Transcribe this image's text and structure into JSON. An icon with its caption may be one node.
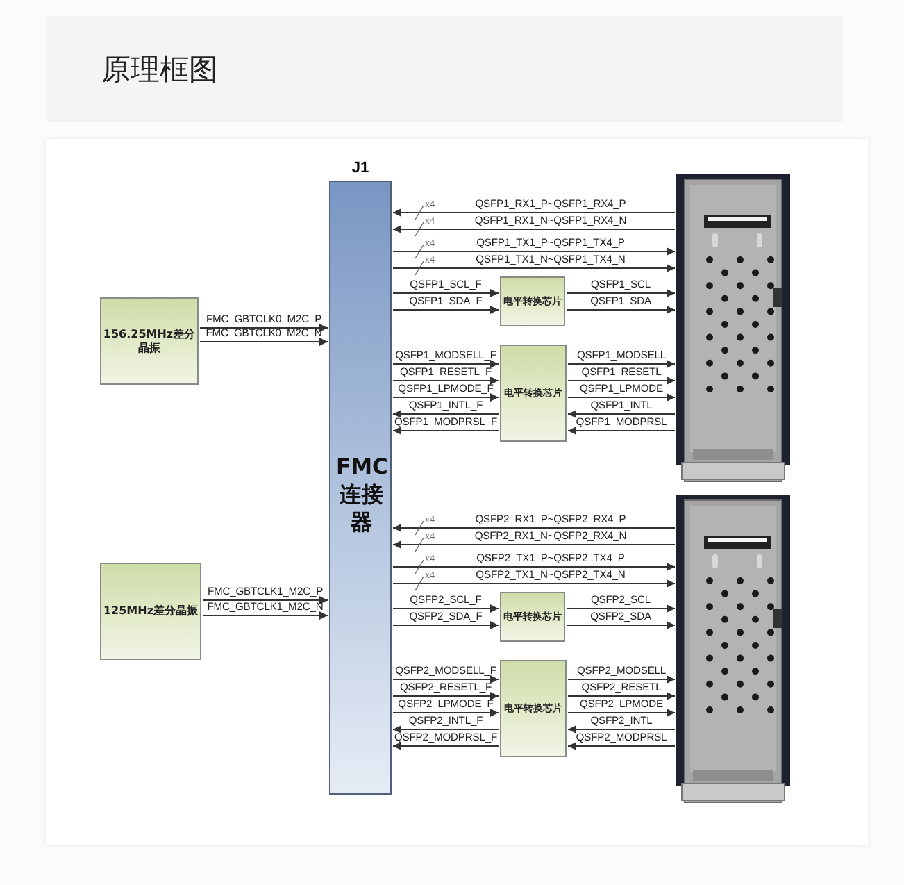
{
  "diagram": {
    "title": "原理框图",
    "nodes": [
      {
        "text": [
          "J1",
          "FMC连接器"
        ]
      },
      {
        "text": [
          "156.25MHz差分晶振"
        ]
      },
      {
        "text": [
          "125MHz差分晶振"
        ]
      },
      {
        "text": [],
        "shape": "picture"
      },
      {
        "text": [
          "电平转换芯片"
        ]
      },
      {
        "text": [
          "电平转换芯片"
        ]
      },
      {
        "text": [],
        "shape": "picture"
      },
      {
        "text": [
          "电平转换芯片"
        ]
      },
      {
        "text": [
          "电平转换芯片"
        ]
      }
    ],
    "edges": [
      {
        "from": 1,
        "to": 0,
        "arrow": "to",
        "label": "FMC_GBTCLK0_M2C_P"
      },
      {
        "from": 1,
        "to": 0,
        "arrow": "to",
        "label": "FMC_GBTCLK0_M2C_N"
      },
      {
        "from": 3,
        "to": 0,
        "arrow": "to",
        "label": "QSFP1_RX1_P~QSFP1_RX4_P"
      },
      {
        "from": 3,
        "to": 0,
        "arrow": "to",
        "label": "QSFP1_RX1_N~QSFP1_RX4_N"
      },
      {
        "from": 0,
        "to": 3,
        "arrow": "to",
        "label": "QSFP1_TX1_P~QSFP1_TX4_P"
      },
      {
        "from": 0,
        "to": 3,
        "arrow": "to",
        "label": "QSFP1_TX1_N~QSFP1_TX4_N"
      },
      {
        "from": 0,
        "to": 4,
        "arrow": "to",
        "label": "QSFP1_SCL_F"
      },
      {
        "from": 0,
        "to": 4,
        "arrow": "to",
        "label": "QSFP1_SDA_F"
      },
      {
        "from": 4,
        "to": 3,
        "arrow": "to",
        "label": "QSFP1_SCL"
      },
      {
        "from": 4,
        "to": 3,
        "arrow": "to",
        "label": "QSFP1_SDA"
      },
      {
        "from": 0,
        "to": 5,
        "arrow": "to",
        "label": "QSFP1_MODSELL_F"
      },
      {
        "from": 0,
        "to": 5,
        "arrow": "to",
        "label": "QSFP1_RESETL_F"
      },
      {
        "from": 0,
        "to": 5,
        "arrow": "to",
        "label": "QSFP1_LPMODE_F"
      },
      {
        "from": 5,
        "to": 0,
        "arrow": "to",
        "label": "QSFP1_INTL_F"
      },
      {
        "from": 5,
        "to": 0,
        "arrow": "to",
        "label": "QSFP1_MODPRSL_F"
      },
      {
        "from": 5,
        "to": 3,
        "arrow": "to",
        "label": "QSFP1_MODSELL"
      },
      {
        "from": 5,
        "to": 3,
        "arrow": "to",
        "label": "QSFP1_RESETL"
      },
      {
        "from": 5,
        "to": 3,
        "arrow": "to",
        "label": "QSFP1_LPMODE"
      },
      {
        "from": 3,
        "to": 5,
        "arrow": "to",
        "label": "QSFP1_INTL"
      },
      {
        "from": 3,
        "to": 5,
        "arrow": "to",
        "label": "QSFP1_MODPRSL"
      },
      {
        "from": 2,
        "to": 0,
        "arrow": "to",
        "label": "FMC_GBTCLK1_M2C_P"
      },
      {
        "from": 2,
        "to": 0,
        "arrow": "to",
        "label": "FMC_GBTCLK1_M2C_N"
      },
      {
        "from": 6,
        "to": 0,
        "arrow": "to",
        "label": "QSFP2_RX1_P~QSFP2_RX4_P"
      },
      {
        "from": 6,
        "to": 0,
        "arrow": "to",
        "label": "QSFP2_RX1_N~QSFP2_RX4_N"
      },
      {
        "from": 0,
        "to": 6,
        "arrow": "to",
        "label": "QSFP2_TX1_P~QSFP2_TX4_P"
      },
      {
        "from": 0,
        "to": 6,
        "arrow": "to",
        "label": "QSFP2_TX1_N~QSFP2_TX4_N"
      },
      {
        "from": 0,
        "to": 7,
        "arrow": "to",
        "label": "QSFP2_SCL_F"
      },
      {
        "from": 0,
        "to": 7,
        "arrow": "to",
        "label": "QSFP2_SDA_F"
      },
      {
        "from": 7,
        "to": 6,
        "arrow": "to",
        "label": "QSFP2_SCL"
      },
      {
        "from": 7,
        "to": 6,
        "arrow": "to",
        "label": "QSFP2_SDA"
      },
      {
        "from": 0,
        "to": 8,
        "arrow": "to",
        "label": "QSFP2_MODSELL_F"
      },
      {
        "from": 0,
        "to": 8,
        "arrow": "to",
        "label": "QSFP2_RESETL_F"
      },
      {
        "from": 0,
        "to": 8,
        "arrow": "to",
        "label": "QSFP2_LPMODE_F"
      },
      {
        "from": 8,
        "to": 0,
        "arrow": "to",
        "label": "QSFP2_INTL_F"
      },
      {
        "from": 8,
        "to": 0,
        "arrow": "to",
        "label": "QSFP2_MODPRSL_F"
      },
      {
        "from": 8,
        "to": 6,
        "arrow": "to",
        "label": "QSFP2_MODSELL"
      },
      {
        "from": 8,
        "to": 6,
        "arrow": "to",
        "label": "QSFP2_RESETL"
      },
      {
        "from": 8,
        "to": 6,
        "arrow": "to",
        "label": "QSFP2_LPMODE"
      },
      {
        "from": 6,
        "to": 8,
        "arrow": "to",
        "label": "QSFP2_INTL"
      },
      {
        "from": 6,
        "to": 8,
        "arrow": "to",
        "label": "QSFP2_MODPRSL"
      }
    ],
    "labels": [
      "x4",
      "x4",
      "x4",
      "x4",
      "x4",
      "x4",
      "x4",
      "x4"
    ]
  }
}
